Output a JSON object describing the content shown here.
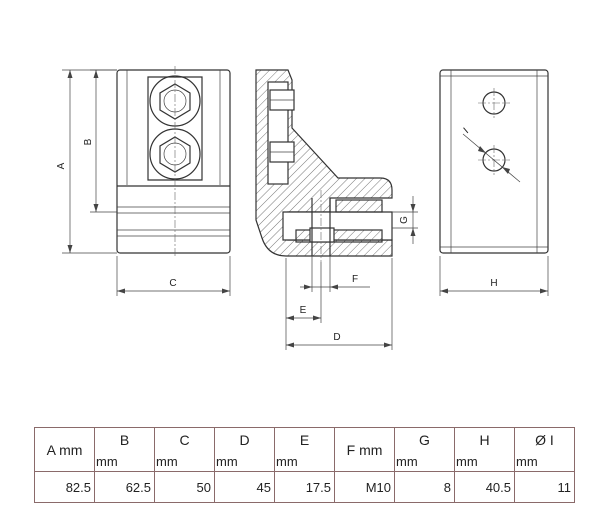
{
  "labels": {
    "A": "A",
    "B": "B",
    "C": "C",
    "D": "D",
    "E": "E",
    "F": "F",
    "G": "G",
    "H": "H",
    "I": "I"
  },
  "table": {
    "headers": [
      {
        "name": "A",
        "unit": "mm",
        "inline": true
      },
      {
        "name": "B",
        "unit": "mm",
        "inline": false
      },
      {
        "name": "C",
        "unit": "mm",
        "inline": false
      },
      {
        "name": "D",
        "unit": "mm",
        "inline": false
      },
      {
        "name": "E",
        "unit": "mm",
        "inline": false
      },
      {
        "name": "F",
        "unit": "mm",
        "inline": true
      },
      {
        "name": "G",
        "unit": "mm",
        "inline": false
      },
      {
        "name": "H",
        "unit": "mm",
        "inline": false
      },
      {
        "name": "Ø I",
        "unit": "mm",
        "inline": false
      }
    ],
    "values": [
      "82.5",
      "62.5",
      "50",
      "45",
      "17.5",
      "M10",
      "8",
      "40.5",
      "11"
    ]
  }
}
